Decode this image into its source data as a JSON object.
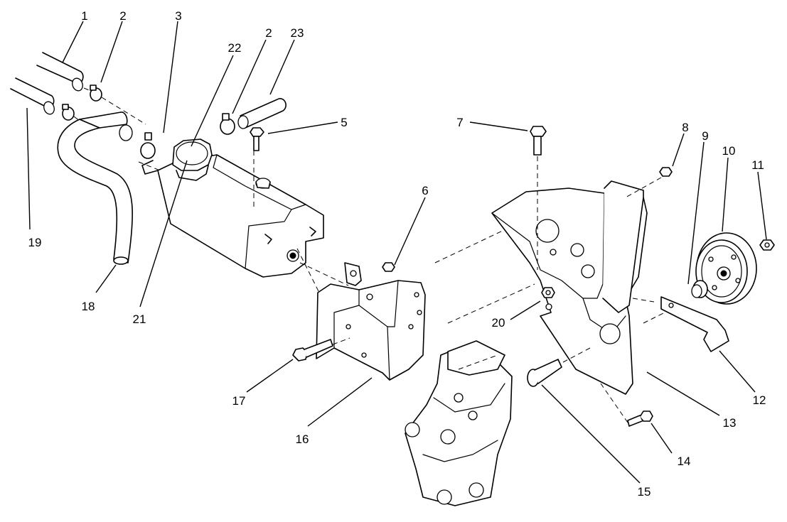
{
  "callouts": [
    {
      "label": "1"
    },
    {
      "label": "2"
    },
    {
      "label": "3"
    },
    {
      "label": "22"
    },
    {
      "label": "2"
    },
    {
      "label": "23"
    },
    {
      "label": "5"
    },
    {
      "label": "7"
    },
    {
      "label": "8"
    },
    {
      "label": "9"
    },
    {
      "label": "10"
    },
    {
      "label": "11"
    },
    {
      "label": "6"
    },
    {
      "label": "19"
    },
    {
      "label": "18"
    },
    {
      "label": "21"
    },
    {
      "label": "20"
    },
    {
      "label": "12"
    },
    {
      "label": "13"
    },
    {
      "label": "14"
    },
    {
      "label": "15"
    },
    {
      "label": "16"
    },
    {
      "label": "17"
    }
  ],
  "colors": {
    "line": "#000000",
    "background": "#ffffff"
  }
}
